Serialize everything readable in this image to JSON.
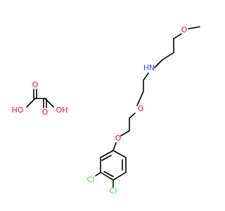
{
  "molecule": {
    "atoms": {
      "oxalic_o_carbonyl_top": "O",
      "oxalic_o_carbonyl_bottom": "O",
      "oxalic_ho_left": "HO",
      "oxalic_oh_right": "OH",
      "methoxy_o": "O",
      "amine_nh": "H",
      "amine_n": "N",
      "ether_o_chain": "O",
      "ether_o_aryl": "O",
      "chloro_upper": "Cl",
      "chloro_lower": "Cl"
    }
  },
  "colors": {
    "oxygen": "#ff0d0d",
    "nitrogen": "#3050f8",
    "chlorine": "#1ff01f",
    "bond": "#000000"
  }
}
